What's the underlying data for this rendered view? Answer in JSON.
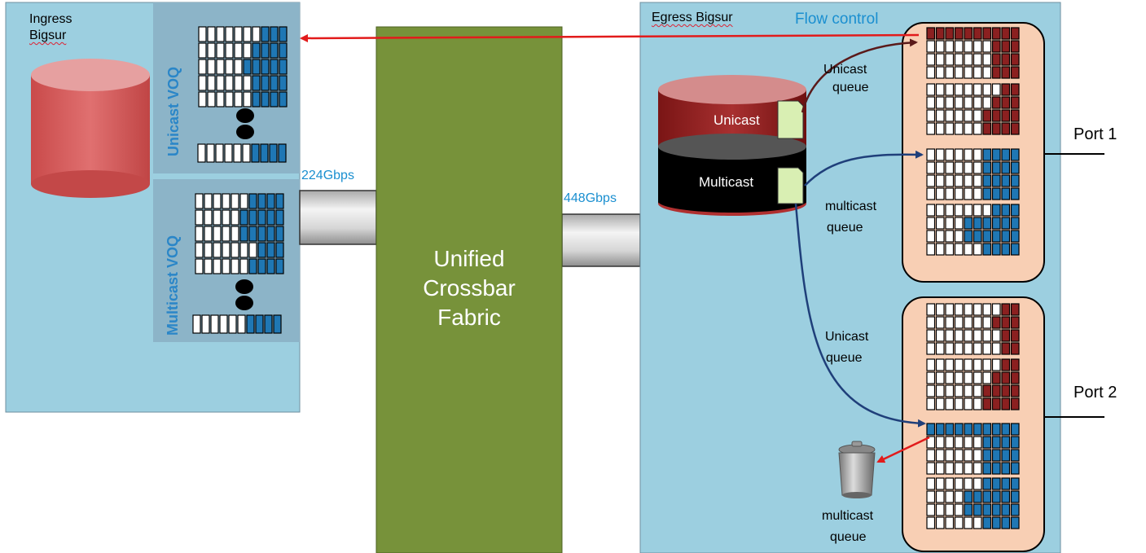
{
  "ingress": {
    "title_line1": "Ingress",
    "title_line2": "Bigsur",
    "unicast_voq": "Unicast VOQ",
    "multicast_voq": "Multicast VOQ"
  },
  "links": {
    "ingress_speed": "224Gbps",
    "egress_speed": "448Gbps"
  },
  "fabric": {
    "line1": "Unified",
    "line2": "Crossbar",
    "line3": "Fabric"
  },
  "egress": {
    "title": "Egress Bigsur",
    "flow_control": "Flow control",
    "unicast_label": "Unicast",
    "multicast_label": "Multicast",
    "unicast_queue_1a": "Unicast",
    "unicast_queue_1b": "queue",
    "multicast_queue_1a": "multicast",
    "multicast_queue_1b": "queue",
    "unicast_queue_2a": "Unicast",
    "unicast_queue_2b": "queue",
    "multicast_queue_2a": "multicast",
    "multicast_queue_2b": "queue",
    "port1": "Port 1",
    "port2": "Port 2"
  },
  "colors": {
    "panel": "#9ccfe0",
    "panel_dark": "#8bb7cb",
    "fabric": "#77923a",
    "queue_bg": "#f8cfb4",
    "queue_blue": "#1f77b4",
    "queue_red": "#8b2020",
    "arrow_red": "#e21b1b",
    "arrow_blue": "#1f3f7a"
  }
}
